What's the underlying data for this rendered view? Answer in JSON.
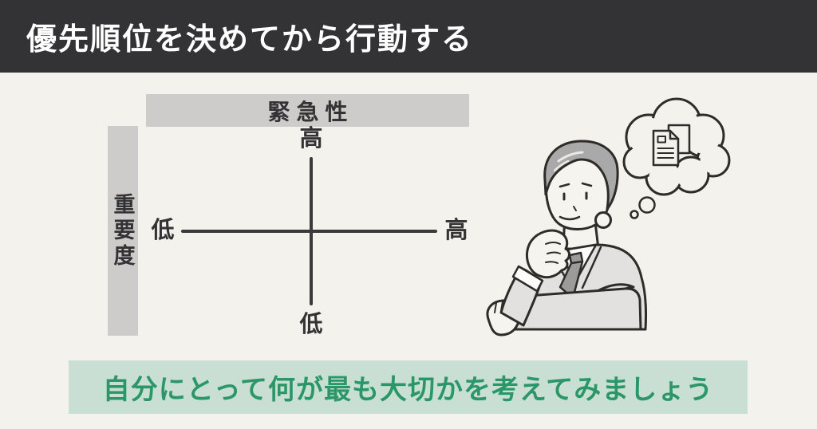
{
  "header": {
    "title": "優先順位を決めてから行動する"
  },
  "matrix": {
    "urgency_label": "緊急性",
    "importance_label": "重要度",
    "top_label": "高",
    "bottom_label": "低",
    "left_label": "低",
    "right_label": "高"
  },
  "banner": {
    "text": "自分にとって何が最も大切かを考えてみましょう"
  },
  "colors": {
    "background": "#f4f2ed",
    "header_bg": "#333234",
    "header_text": "#ffffff",
    "axis_bar_gray": "#cdccca",
    "axis_line": "#3a3a3a",
    "banner_bg": "#c9dfd3",
    "banner_text": "#2b9668",
    "illustration_suit": "#e2e1df",
    "illustration_hair": "#a9a9a9",
    "illustration_tie": "#9c9b99",
    "illustration_outline": "#2e2c29"
  }
}
